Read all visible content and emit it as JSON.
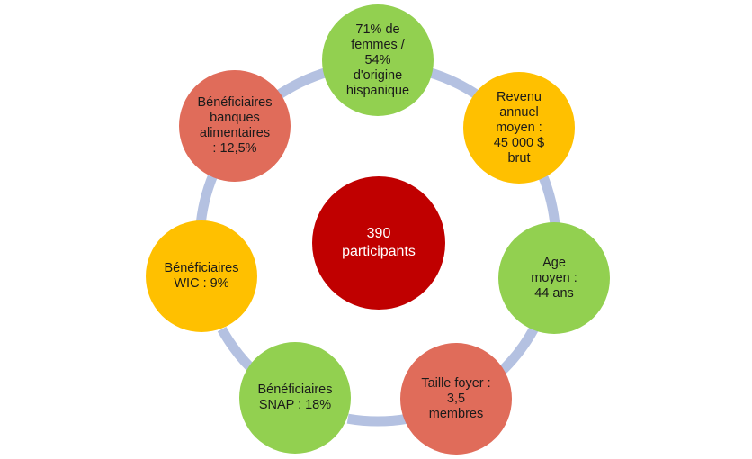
{
  "diagram": {
    "ring_color": "#b4c1e1",
    "center": {
      "label": "390\nparticipants",
      "color": "#c00000"
    },
    "nodes": [
      {
        "id": "gender-origin",
        "label": "71% de\nfemmes /\n54%\nd'origine\nhispanique",
        "color": "#92d050"
      },
      {
        "id": "annual-income",
        "label": "Revenu\nannuel\nmoyen :\n45 000 $\nbrut",
        "color": "#ffc000"
      },
      {
        "id": "average-age",
        "label": "Age\nmoyen :\n44 ans",
        "color": "#92d050"
      },
      {
        "id": "household-size",
        "label": "Taille foyer :\n3,5\nmembres",
        "color": "#e06c5a"
      },
      {
        "id": "snap-beneficiaries",
        "label": "Bénéficiaires\nSNAP : 18%",
        "color": "#92d050"
      },
      {
        "id": "wic-beneficiaries",
        "label": "Bénéficiaires\nWIC : 9%",
        "color": "#ffc000"
      },
      {
        "id": "food-bank-beneficiaries",
        "label": "Bénéficiaires\nbanques\nalimentaires\n: 12,5%",
        "color": "#e06c5a"
      }
    ]
  }
}
